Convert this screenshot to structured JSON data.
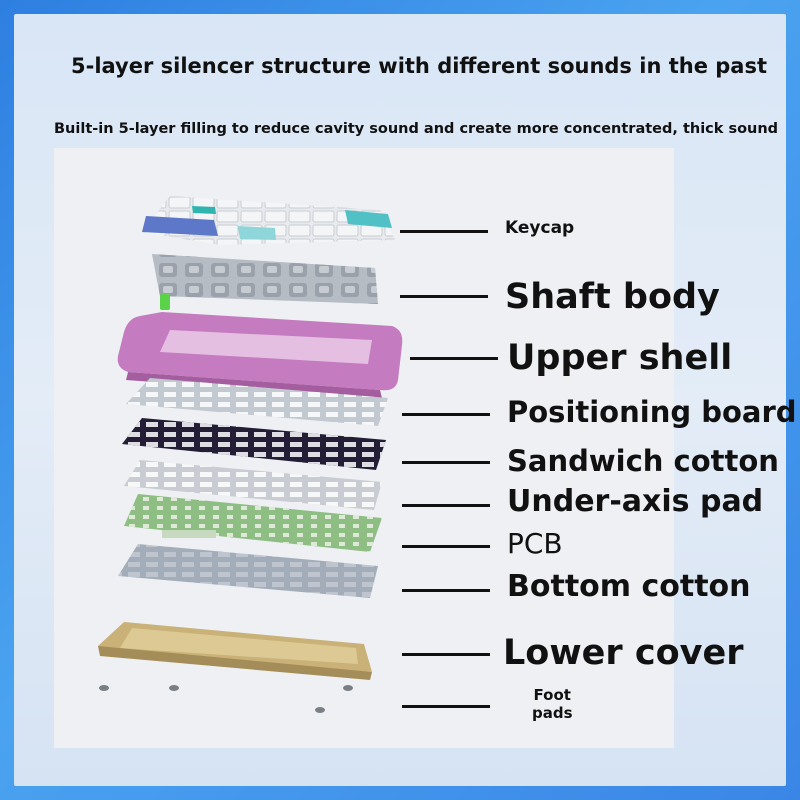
{
  "title": "5-layer silencer structure with different sounds in the past",
  "subtitle": "Built-in 5-layer filling to reduce cavity sound and create more concentrated, thick sound",
  "layers": [
    {
      "label": "Keycap"
    },
    {
      "label": "Shaft body"
    },
    {
      "label": "Upper shell"
    },
    {
      "label": "Positioning board"
    },
    {
      "label": "Sandwich cotton"
    },
    {
      "label": "Under-axis pad"
    },
    {
      "label": "PCB"
    },
    {
      "label": "Bottom cotton"
    },
    {
      "label": "Lower cover"
    },
    {
      "label_line1": "Foot",
      "label_line2": "pads"
    }
  ],
  "colors": {
    "background": "#3a8de8",
    "upper_shell": "#c47bc0",
    "positioning_board": "#bcc3cc",
    "sandwich_cotton": "#221d33",
    "under_axis_pad": "#c9cdd3",
    "pcb": "#8fbe84",
    "bottom_cotton": "#9aa4b1",
    "lower_cover": "#c9b178"
  }
}
